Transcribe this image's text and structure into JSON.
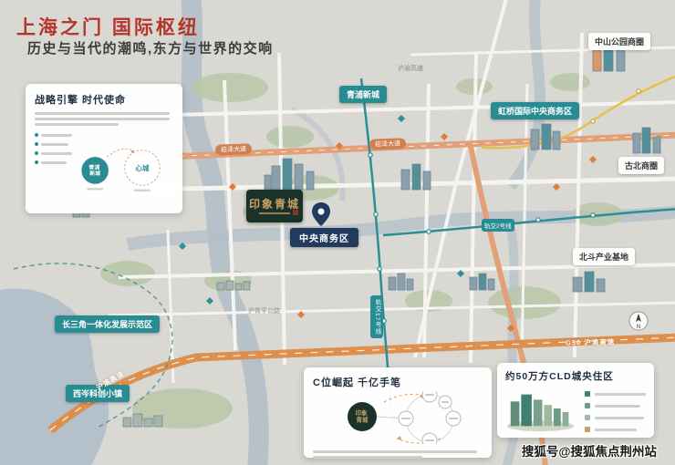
{
  "header": {
    "title": "上海之门 国际枢纽",
    "subtitle": "历史与当代的潮鸣,东方与世界的交响"
  },
  "strategy_box": {
    "title": "战略引擎 时代使命",
    "circle1_line1": "青浦",
    "circle1_line2": "新城",
    "circle2": "心城"
  },
  "map": {
    "teal_badges": [
      {
        "text": "青浦新城"
      },
      {
        "text": "虹桥国际中央商务区"
      },
      {
        "text": "长三角一体化发展示范区"
      },
      {
        "text": "西岑科创小镇"
      }
    ],
    "white_badges": [
      {
        "text": "中山公园商圈"
      },
      {
        "text": "古北商圈"
      },
      {
        "text": "北斗产业基地"
      }
    ],
    "cbd_badge": "中央商务区",
    "project_name": "印象青城",
    "road_labels": {
      "songze_1": "崧泽大道",
      "songze_2": "崧泽大道",
      "huyu_top": "沪渝高速",
      "g50": "G50 沪渝高速",
      "huyu_left": "沪渝高速",
      "huqingping": "沪青平公路"
    },
    "metro_labels": {
      "line17": "轨交17号线",
      "line2": "轨交2号线"
    },
    "compass_n": "N"
  },
  "c_box": {
    "title": "C位崛起 千亿手笔",
    "center_line1": "印象",
    "center_line2": "青城"
  },
  "cld_box": {
    "title": "约50万方CLD城央住区"
  },
  "watermark": "搜狐号@搜狐焦点荆州站"
}
